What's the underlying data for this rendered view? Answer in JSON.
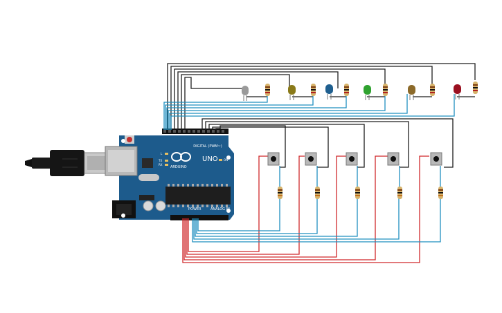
{
  "board": {
    "name": "Arduino UNO",
    "logo_text": "ARDUINO",
    "model_text": "UNO",
    "digital_label": "DIGITAL (PWM~)",
    "power_label": "POWER",
    "analog_label": "ANALOG IN",
    "led_l": "L",
    "led_tx": "TX",
    "led_rx": "RX",
    "on_label": "ON",
    "color": "#1c5a8a"
  },
  "leds": [
    {
      "name": "grey-led",
      "color": "#9a9a9a"
    },
    {
      "name": "yellow-led",
      "color": "#8a7a1a"
    },
    {
      "name": "blue-led",
      "color": "#1f5f8f"
    },
    {
      "name": "green-led",
      "color": "#2fa22f"
    },
    {
      "name": "orange-led",
      "color": "#8c6a2a"
    },
    {
      "name": "red-led",
      "color": "#9a1020"
    }
  ],
  "buttons_count": 5,
  "wire_colors": {
    "signal": "#1d1d1d",
    "ground": "#1f8fbf",
    "power": "#d0282b"
  }
}
